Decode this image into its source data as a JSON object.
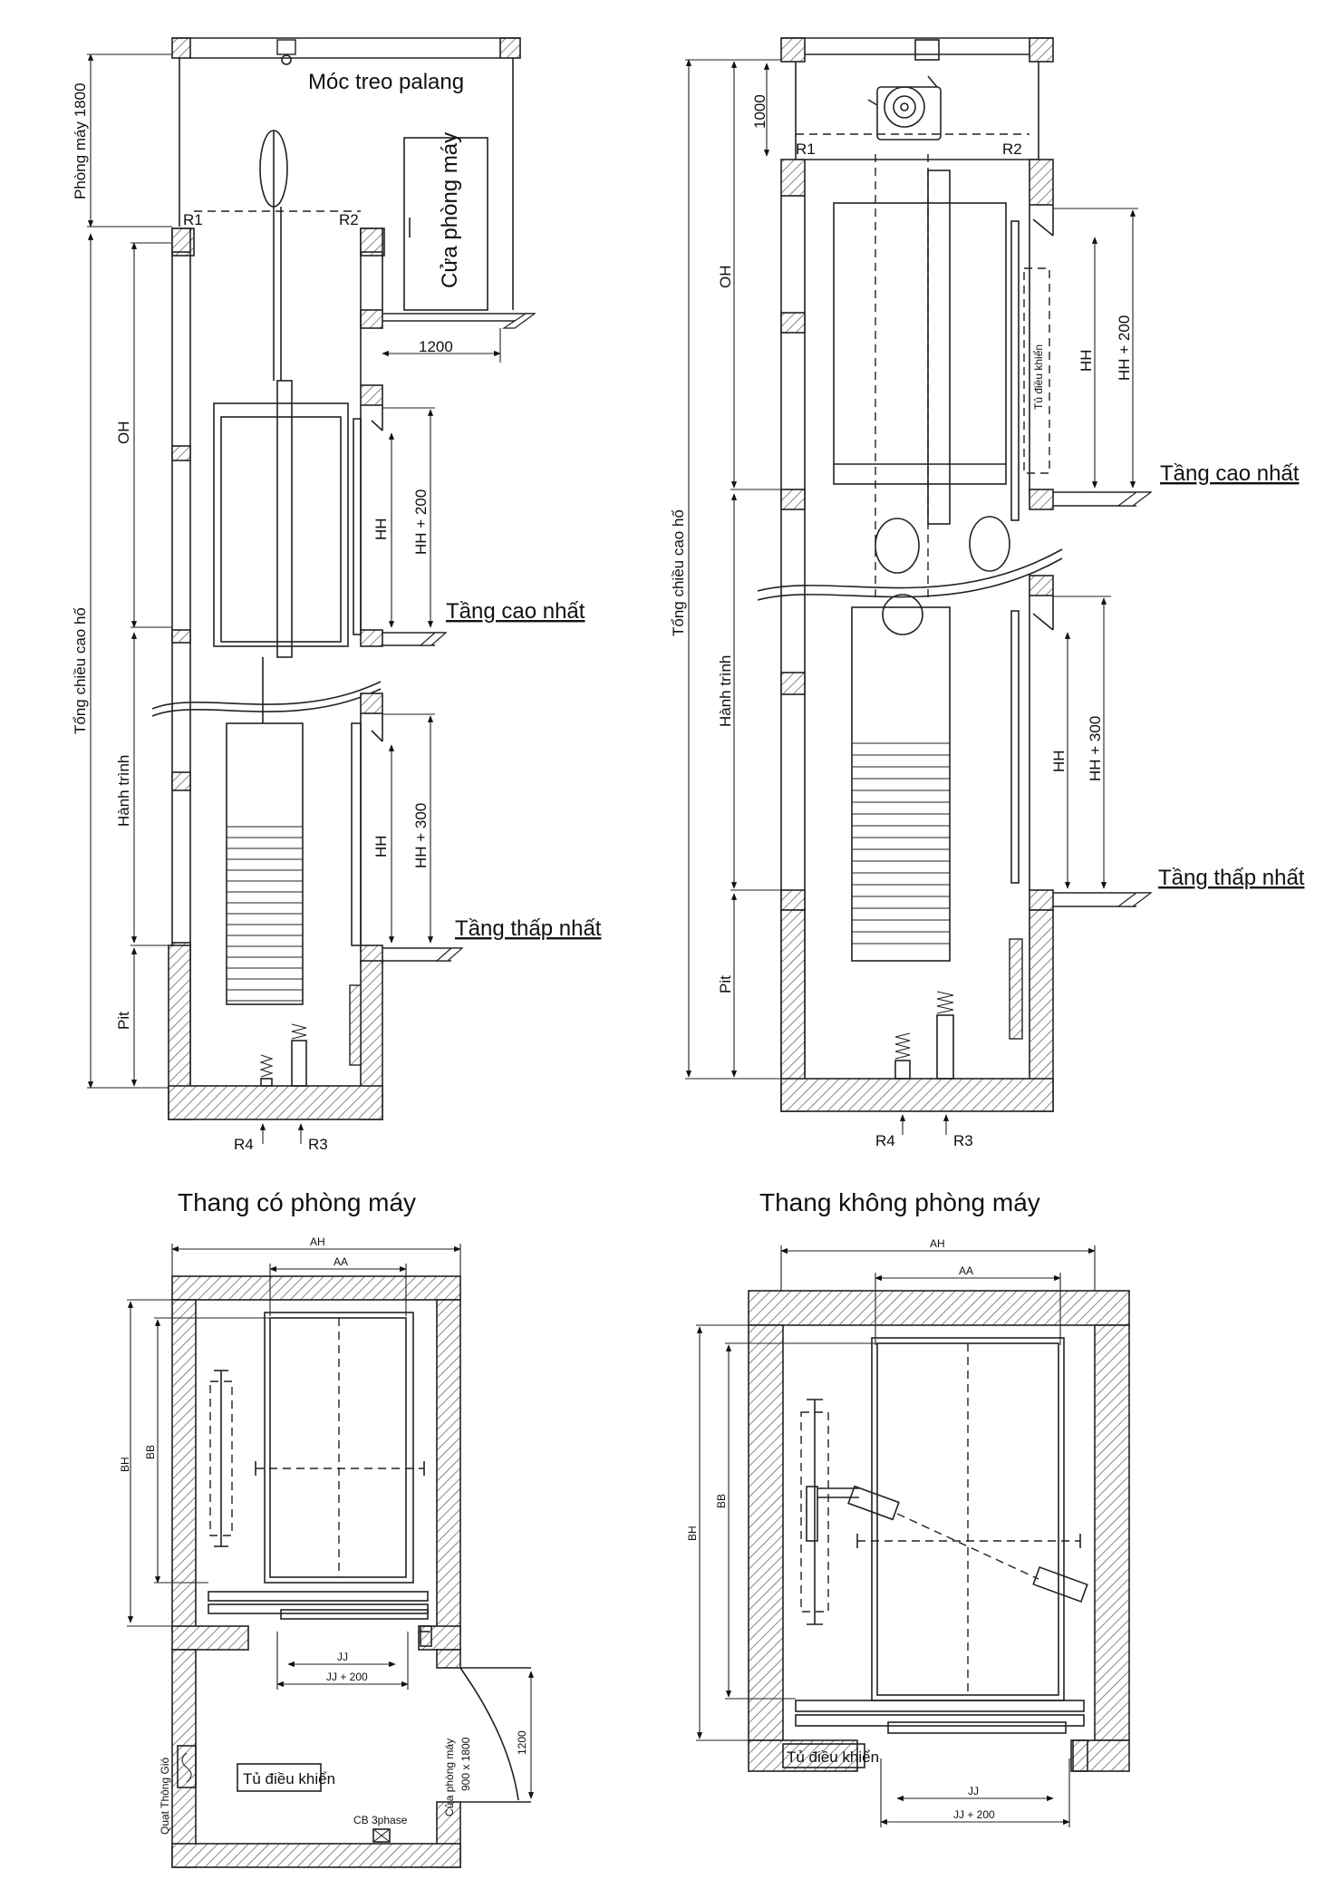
{
  "titles": {
    "left": "Thang có phòng máy",
    "right": "Thang không phòng máy"
  },
  "left_section": {
    "hook_label": "Móc treo palang",
    "machine_door_label": "Cửa phòng máy",
    "machine_room_height": "Phòng máy 1800",
    "dim_1200": "1200",
    "total_pit_height": "Tổng chiều cao hố",
    "oh": "OH",
    "travel": "Hành trình",
    "pit": "Pit",
    "hh": "HH",
    "hh_200": "HH + 200",
    "hh_300": "HH + 300",
    "top_floor": "Tầng cao nhất",
    "bottom_floor": "Tầng thấp nhất",
    "r1": "R1",
    "r2": "R2",
    "r3": "R3",
    "r4": "R4"
  },
  "right_section": {
    "dim_1000": "1000",
    "total_pit_height": "Tổng chiều cao hố",
    "oh": "OH",
    "travel": "Hành trình",
    "pit": "Pit",
    "hh": "HH",
    "hh_200": "HH + 200",
    "hh_300": "HH + 300",
    "control_cabinet": "Tủ điều khiển",
    "top_floor": "Tầng cao nhất",
    "bottom_floor": "Tầng thấp nhất",
    "r1": "R1",
    "r2": "R2",
    "r3": "R3",
    "r4": "R4"
  },
  "left_plan": {
    "ah": "AH",
    "aa": "AA",
    "bh": "BH",
    "bb": "BB",
    "jj": "JJ",
    "jj_200": "JJ + 200",
    "fan": "Quạt Thông Gió",
    "control": "Tủ điều khiển",
    "cb": "CB 3phase",
    "door": "Cửa phòng máy",
    "door_size": "900 x 1800",
    "dim_1200": "1200"
  },
  "right_plan": {
    "ah": "AH",
    "aa": "AA",
    "bh": "BH",
    "bb": "BB",
    "jj": "JJ",
    "jj_200": "JJ + 200",
    "control": "Tủ điều khiển"
  }
}
